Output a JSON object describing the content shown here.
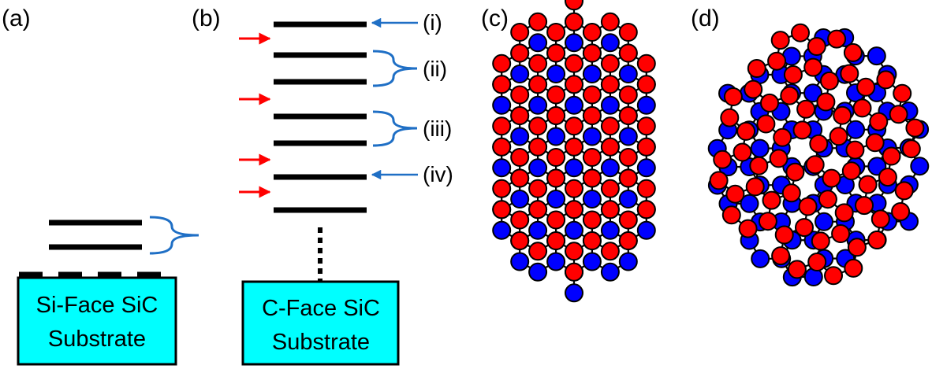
{
  "panels": {
    "a": {
      "label": "(a)",
      "substrate_lines": [
        "Si-Face SiC",
        "Substrate"
      ]
    },
    "b": {
      "label": "(b)",
      "substrate_lines": [
        "C-Face SiC",
        "Substrate"
      ],
      "annotations": [
        "(i)",
        "(ii)",
        "(iii)",
        "(iv)"
      ]
    },
    "c": {
      "label": "(c)"
    },
    "d": {
      "label": "(d)"
    }
  },
  "colors": {
    "substrate_fill": "#00ffff",
    "atom_red": "#ff0000",
    "atom_blue": "#0000ff",
    "arrow_red": "#ff0000",
    "arrow_blue": "#1f6fc5",
    "brace_blue": "#1f6fc5"
  }
}
